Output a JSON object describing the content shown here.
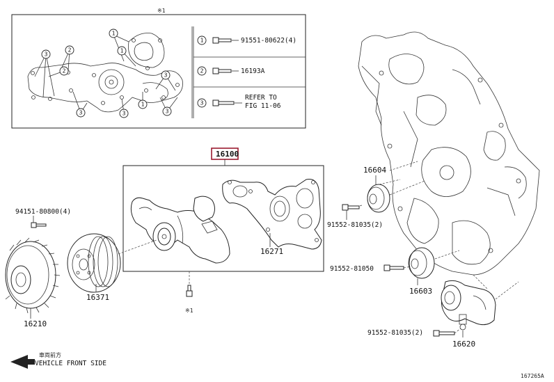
{
  "inset": {
    "note": "※1",
    "legend": [
      {
        "marker": "1",
        "part": "91551-80622(4)"
      },
      {
        "marker": "2",
        "part": "16193A"
      },
      {
        "marker": "3",
        "part_line1": "REFER TO",
        "part_line2": "FIG 11-06"
      }
    ]
  },
  "labels": {
    "water_pump_assy": "16100",
    "gasket": "16271",
    "fan_bolt": "94151-80800(4)",
    "fan_clutch": "16210",
    "pulley": "16371",
    "bolt_note": "※1",
    "idler_upper": "16604",
    "bolt_upper": "91552-81035(2)",
    "bolt_mid": "91552-81050",
    "idler_lower": "16603",
    "bolt_lower": "91552-81035(2)",
    "tensioner": "16620",
    "front_jp": "車両前方",
    "front_en": "VEHICLE FRONT SIDE",
    "figure_id": "167265A"
  },
  "colors": {
    "highlight_box": "#9b1b30",
    "line": "#222222"
  }
}
